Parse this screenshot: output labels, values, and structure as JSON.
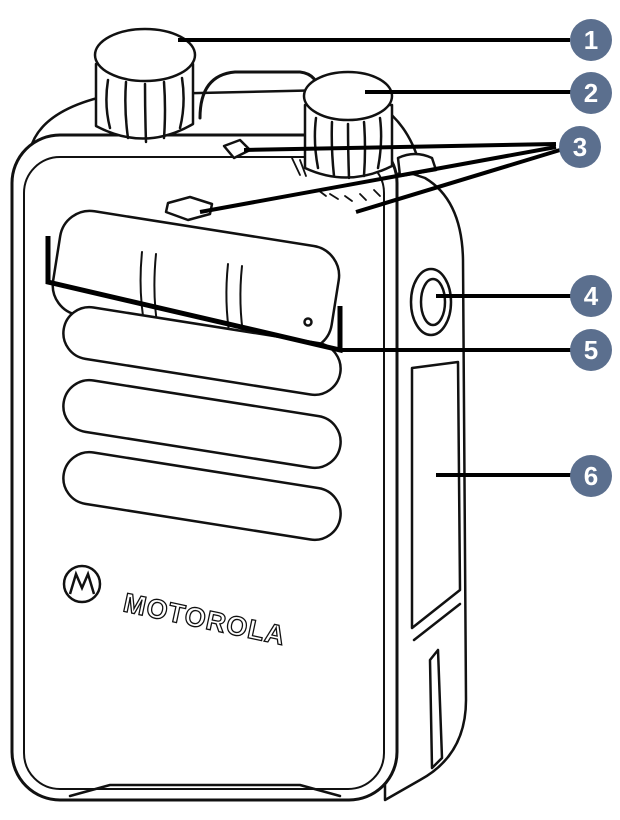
{
  "brand": {
    "name": "MOTOROLA",
    "logo_icon": "motorola-batwing-logo"
  },
  "callouts": [
    {
      "number": "1"
    },
    {
      "number": "2"
    },
    {
      "number": "3"
    },
    {
      "number": "4"
    },
    {
      "number": "5"
    },
    {
      "number": "6"
    }
  ],
  "colors": {
    "badge_fill": "#5b6f8e",
    "badge_text": "#ffffff",
    "outline": "#111111",
    "device_fill": "#ffffff",
    "leader_line": "#000000"
  }
}
